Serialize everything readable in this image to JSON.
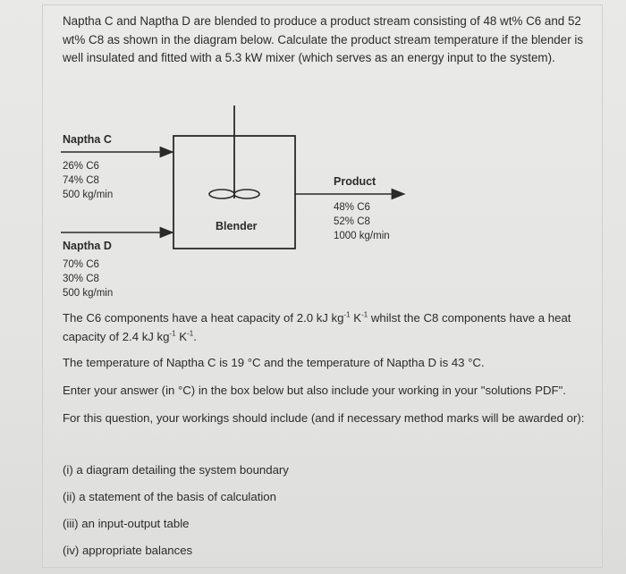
{
  "problem": {
    "intro": "Naptha C and Naptha D are blended to produce a product stream consisting of 48 wt% C6 and 52 wt% C8 as shown in the diagram below. Calculate the product stream temperature if the blender is well insulated and fitted with a 5.3 kW mixer (which serves as an energy input to the system)."
  },
  "diagram": {
    "naptha_c": {
      "title": "Naptha C",
      "line1": "26% C6",
      "line2": "74% C8",
      "line3": "500 kg/min"
    },
    "naptha_d": {
      "title": "Naptha D",
      "line1": "70% C6",
      "line2": "30% C8",
      "line3": "500 kg/min"
    },
    "blender": {
      "label": "Blender"
    },
    "product": {
      "title": "Product",
      "line1": "48% C6",
      "line2": "52% C8",
      "line3": "1000 kg/min"
    }
  },
  "heat_capacity": {
    "p1": "The C6 components have a heat capacity of 2.0 kJ kg",
    "sup1": "-1",
    "p2": " K",
    "sup2": "-1",
    "p3": " whilst the C8 components have a heat capacity of 2.4 kJ kg",
    "sup3": "-1",
    "p4": " K",
    "sup4": "-1",
    "p5": "."
  },
  "temps": "The temperature of Naptha C is 19 °C and the temperature of Naptha D is 43 °C.",
  "answer_instruction": "Enter your answer (in °C) in the box below but also include your working in your \"solutions PDF\".",
  "workings_intro": "For this question, your workings should include (and if necessary method marks will be awarded or):",
  "workings": [
    "(i) a diagram detailing the system boundary",
    "(ii) a statement of the basis of calculation",
    "(iii) an input-output table",
    "(iv) appropriate balances"
  ]
}
